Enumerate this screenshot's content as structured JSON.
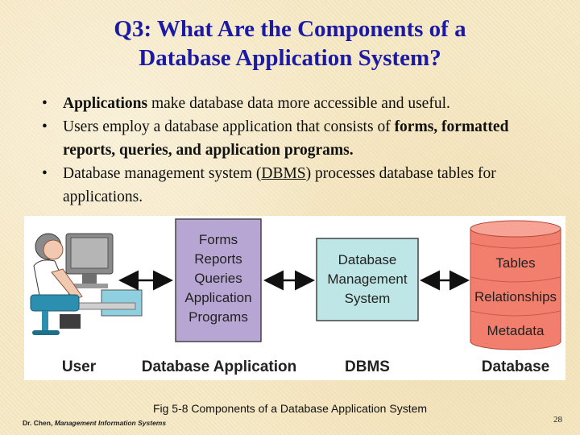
{
  "title": {
    "line1": "Q3: What Are the Components of a",
    "line2": "Database Application System?"
  },
  "bullets": [
    {
      "bold": "Applications",
      "text": " make database data more accessible and useful."
    },
    {
      "text": "Users employ a database application that consists of ",
      "bold": "forms, formatted reports, queries, and application programs."
    },
    {
      "pre": "Database management system (",
      "link": "DBMS",
      "post": ")  processes database tables for applications."
    }
  ],
  "diagram": {
    "app_box_lines": [
      "Forms",
      "Reports",
      "Queries",
      "Application",
      "Programs"
    ],
    "dbms_box_lines": [
      "Database",
      "Management",
      "System"
    ],
    "db_lines": [
      "Tables",
      "Relationships",
      "Metadata"
    ],
    "labels": {
      "user": "User",
      "app": "Database Application",
      "dbms": "DBMS",
      "db": "Database"
    },
    "colors": {
      "app_box": "#b7a6d4",
      "dbms_box": "#bfe6e6",
      "db": "#f27f6e"
    }
  },
  "caption": "Fig 5-8 Components of a Database Application System",
  "footer": {
    "author": "Dr. Chen, ",
    "course": "Management Information Systems"
  },
  "page_number": "28"
}
